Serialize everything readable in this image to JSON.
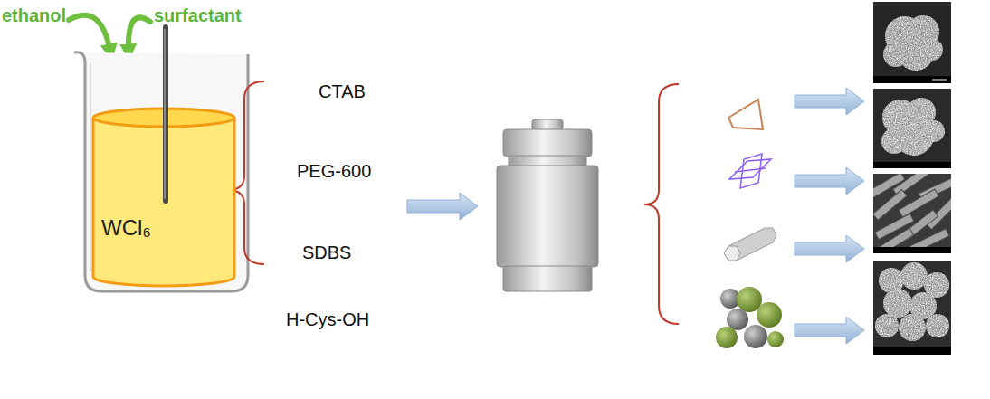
{
  "diagram": {
    "nodes": [
      {
        "text": [
          "WCl₆"
        ]
      }
    ],
    "labels": [
      "ethanol",
      "surfactant",
      "CTAB",
      "PEG-600",
      "SDBS",
      "H-Cys-OH"
    ]
  }
}
